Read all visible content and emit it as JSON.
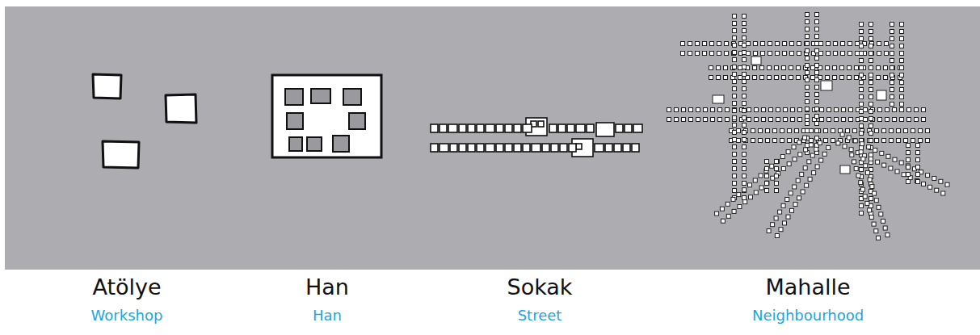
{
  "diagram": {
    "labels": [
      "Atölye",
      "Workshop",
      "Han",
      "Han",
      "Sokak",
      "Street",
      "Mahalle",
      "Neighbourhood"
    ]
  }
}
